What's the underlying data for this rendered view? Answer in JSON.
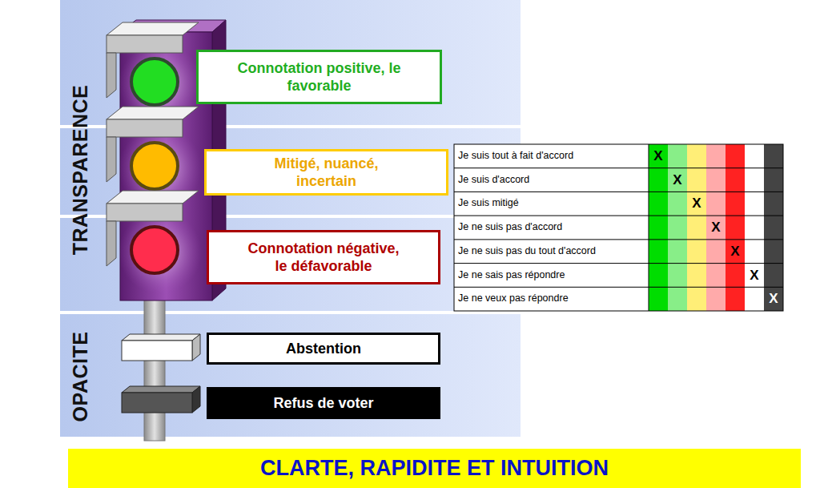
{
  "diagram": {
    "caption": "CLARTE, RAPIDITE ET INTUITION",
    "nodes": [
      {
        "text": [
          "Connotation positive, le favorable"
        ]
      },
      {
        "text": [
          "Mitigé, nuancé, incertain"
        ]
      },
      {
        "text": [
          "Connotation négative, le défavorable"
        ]
      },
      {
        "text": [
          "Abstention"
        ]
      },
      {
        "text": [
          "Refus de voter"
        ]
      }
    ],
    "labels": [
      "TRANSPARENCE",
      "OPACITE",
      "Je suis tout à fait d'accord",
      "X",
      "Je suis d'accord",
      "X",
      "Je suis mitigé",
      "X",
      "Je ne suis pas d'accord",
      "X",
      "Je ne suis pas du tout d'accord",
      "X",
      "Je ne sais pas répondre",
      "X",
      "Je ne veux pas répondre",
      "X"
    ]
  }
}
